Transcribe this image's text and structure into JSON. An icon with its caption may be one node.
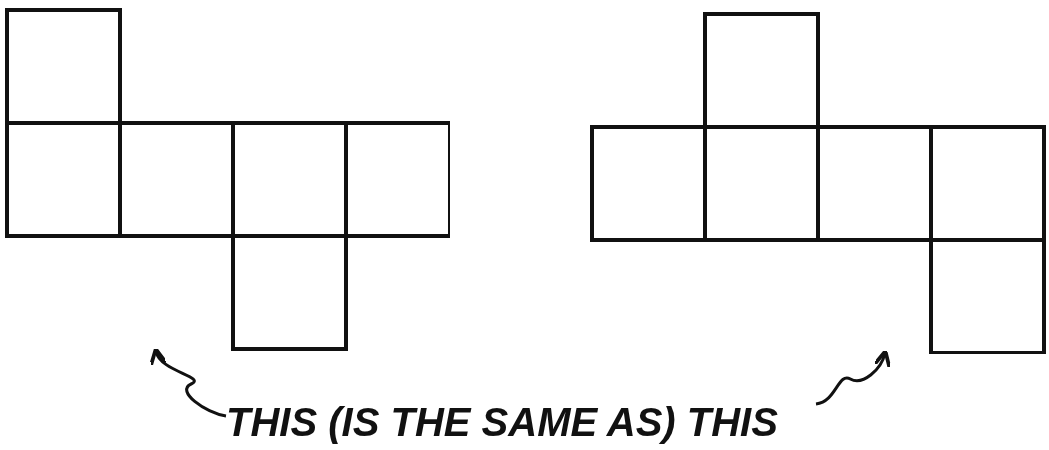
{
  "diagram": {
    "nodes": [
      {
        "text": [],
        "shape": "picture"
      },
      {
        "text": [],
        "shape": "picture"
      },
      {
        "text": [
          "THIS (IS THE SAME AS) THIS"
        ]
      }
    ],
    "edges": [
      {
        "from": 2,
        "to": 0,
        "arrow": "to"
      },
      {
        "from": 2,
        "to": 1,
        "arrow": "to"
      }
    ]
  }
}
